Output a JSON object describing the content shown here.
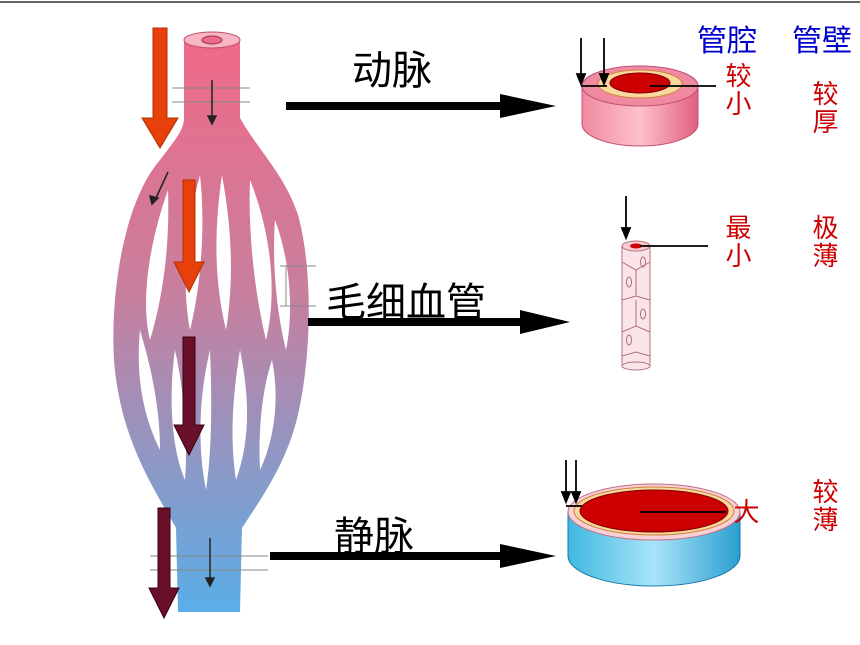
{
  "header": {
    "lumen_title": "管腔",
    "wall_title": "管壁"
  },
  "colors": {
    "artery": "#e8607a",
    "vein": "#4aa8e8",
    "blood": "#cc0000",
    "label_red": "#cc0000",
    "header_blue": "#0000cc",
    "flow_arrow_red": "#e8400a",
    "flow_arrow_dark": "#6a0f2a"
  },
  "vessels": [
    {
      "name": "动脉",
      "lumen": "较小",
      "wall": "较厚"
    },
    {
      "name": "毛细血管",
      "lumen": "最小",
      "wall": "极薄"
    },
    {
      "name": "静脉",
      "lumen": "大",
      "wall": "较薄"
    }
  ]
}
